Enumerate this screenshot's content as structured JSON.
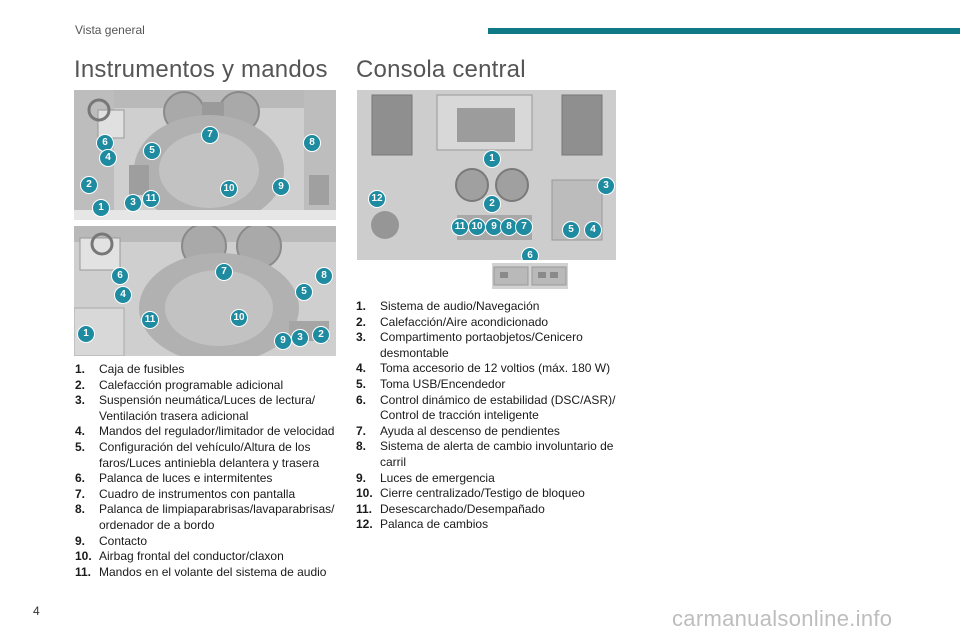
{
  "header": {
    "section": "Vista general"
  },
  "titles": {
    "left": "Instrumentos y mandos",
    "right": "Consola central"
  },
  "colors": {
    "accent": "#1e8ba0",
    "header_bar": "#0f7a86"
  },
  "dashboard_top": {
    "callouts": [
      "6",
      "7",
      "8",
      "4",
      "5",
      "2",
      "10",
      "9",
      "3",
      "11",
      "1"
    ]
  },
  "dashboard_bottom": {
    "callouts": [
      "7",
      "8",
      "6",
      "4",
      "5",
      "1",
      "11",
      "10",
      "9",
      "3",
      "2"
    ]
  },
  "console": {
    "callouts": [
      "1",
      "3",
      "12",
      "2",
      "11",
      "10",
      "9",
      "8",
      "7",
      "5",
      "4",
      "6"
    ]
  },
  "legend_left": [
    {
      "num": "1.",
      "text": "Caja de fusibles"
    },
    {
      "num": "2.",
      "text": "Calefacción programable adicional"
    },
    {
      "num": "3.",
      "text": "Suspensión neumática/Luces de lectura/ Ventilación trasera adicional"
    },
    {
      "num": "4.",
      "text": "Mandos del regulador/limitador de velocidad"
    },
    {
      "num": "5.",
      "text": "Configuración del vehículo/Altura de los faros/Luces antiniebla delantera y trasera"
    },
    {
      "num": "6.",
      "text": "Palanca de luces e intermitentes"
    },
    {
      "num": "7.",
      "text": "Cuadro de instrumentos con pantalla"
    },
    {
      "num": "8.",
      "text": "Palanca de limpiaparabrisas/lavaparabrisas/ ordenador de a bordo"
    },
    {
      "num": "9.",
      "text": "Contacto"
    },
    {
      "num": "10.",
      "text": "Airbag frontal del conductor/claxon"
    },
    {
      "num": "11.",
      "text": "Mandos en el volante del sistema de audio"
    }
  ],
  "legend_right": [
    {
      "num": "1.",
      "text": "Sistema de audio/Navegación"
    },
    {
      "num": "2.",
      "text": "Calefacción/Aire acondicionado"
    },
    {
      "num": "3.",
      "text": "Compartimento portaobjetos/Cenicero desmontable"
    },
    {
      "num": "4.",
      "text": "Toma accesorio de 12 voltios (máx. 180 W)"
    },
    {
      "num": "5.",
      "text": "Toma USB/Encendedor"
    },
    {
      "num": "6.",
      "text": "Control dinámico de estabilidad (DSC/ASR)/ Control de tracción inteligente"
    },
    {
      "num": "7.",
      "text": "Ayuda al descenso de pendientes"
    },
    {
      "num": "8.",
      "text": "Sistema de alerta de cambio involuntario de carril"
    },
    {
      "num": "9.",
      "text": "Luces de emergencia"
    },
    {
      "num": "10.",
      "text": "Cierre centralizado/Testigo de bloqueo"
    },
    {
      "num": "11.",
      "text": "Desescarchado/Desempañado"
    },
    {
      "num": "12.",
      "text": "Palanca de cambios"
    }
  ],
  "footer": {
    "page_number": "4",
    "watermark": "carmanualsonline.info"
  }
}
